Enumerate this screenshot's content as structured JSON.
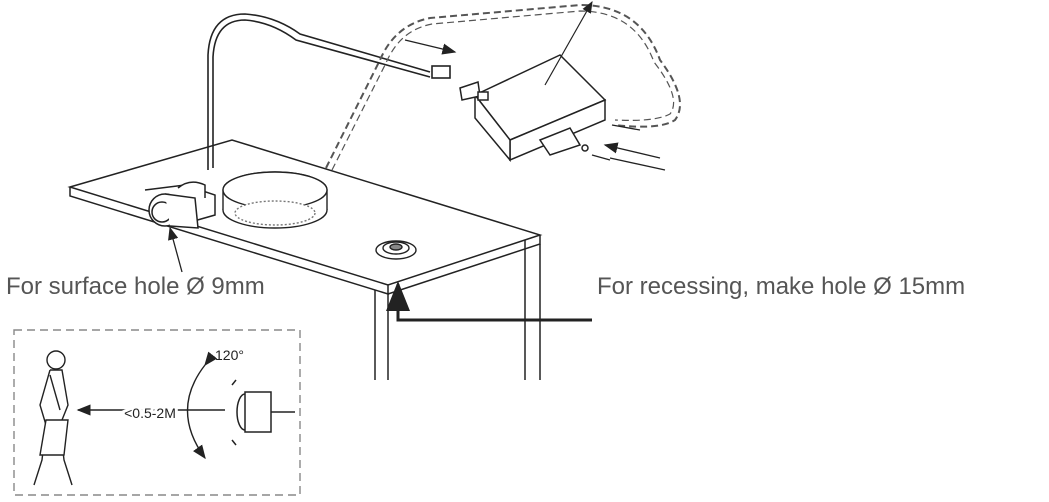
{
  "captions": {
    "surface": "For surface hole Ø 9mm",
    "recess": "For recessing, make hole Ø 15mm"
  },
  "inset": {
    "angle_label": "120°",
    "distance_label": "<0.5-2M"
  },
  "colors": {
    "line": "#222222",
    "caption_text": "#555555",
    "dashed": "#555555",
    "background": "#ffffff"
  },
  "icons": [
    "sensor-icon",
    "person-icon",
    "arrow-icon"
  ]
}
